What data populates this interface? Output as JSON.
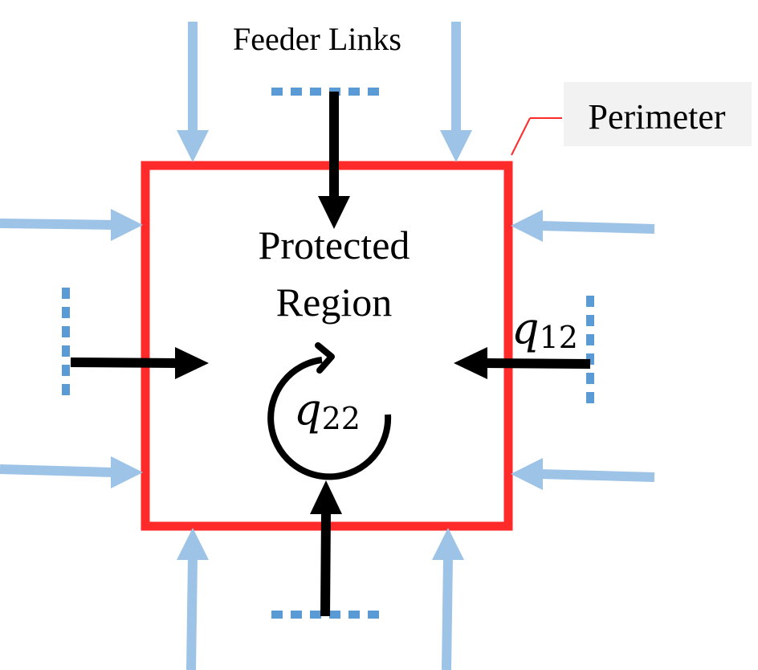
{
  "labels": {
    "feeder_links": "Feeder Links",
    "perimeter": "Perimeter",
    "region_line1": "Protected",
    "region_line2": "Region",
    "q12_base": "q",
    "q12_sub": "12",
    "q22_base": "q",
    "q22_sub": "22"
  },
  "colors": {
    "perimeter": "#ff2a2a",
    "feeder_arrow": "#9dc3e6",
    "dotted_link": "#5b9bd5",
    "flow_arrow": "#000000",
    "perimeter_label_bg": "#f2f2f2"
  }
}
